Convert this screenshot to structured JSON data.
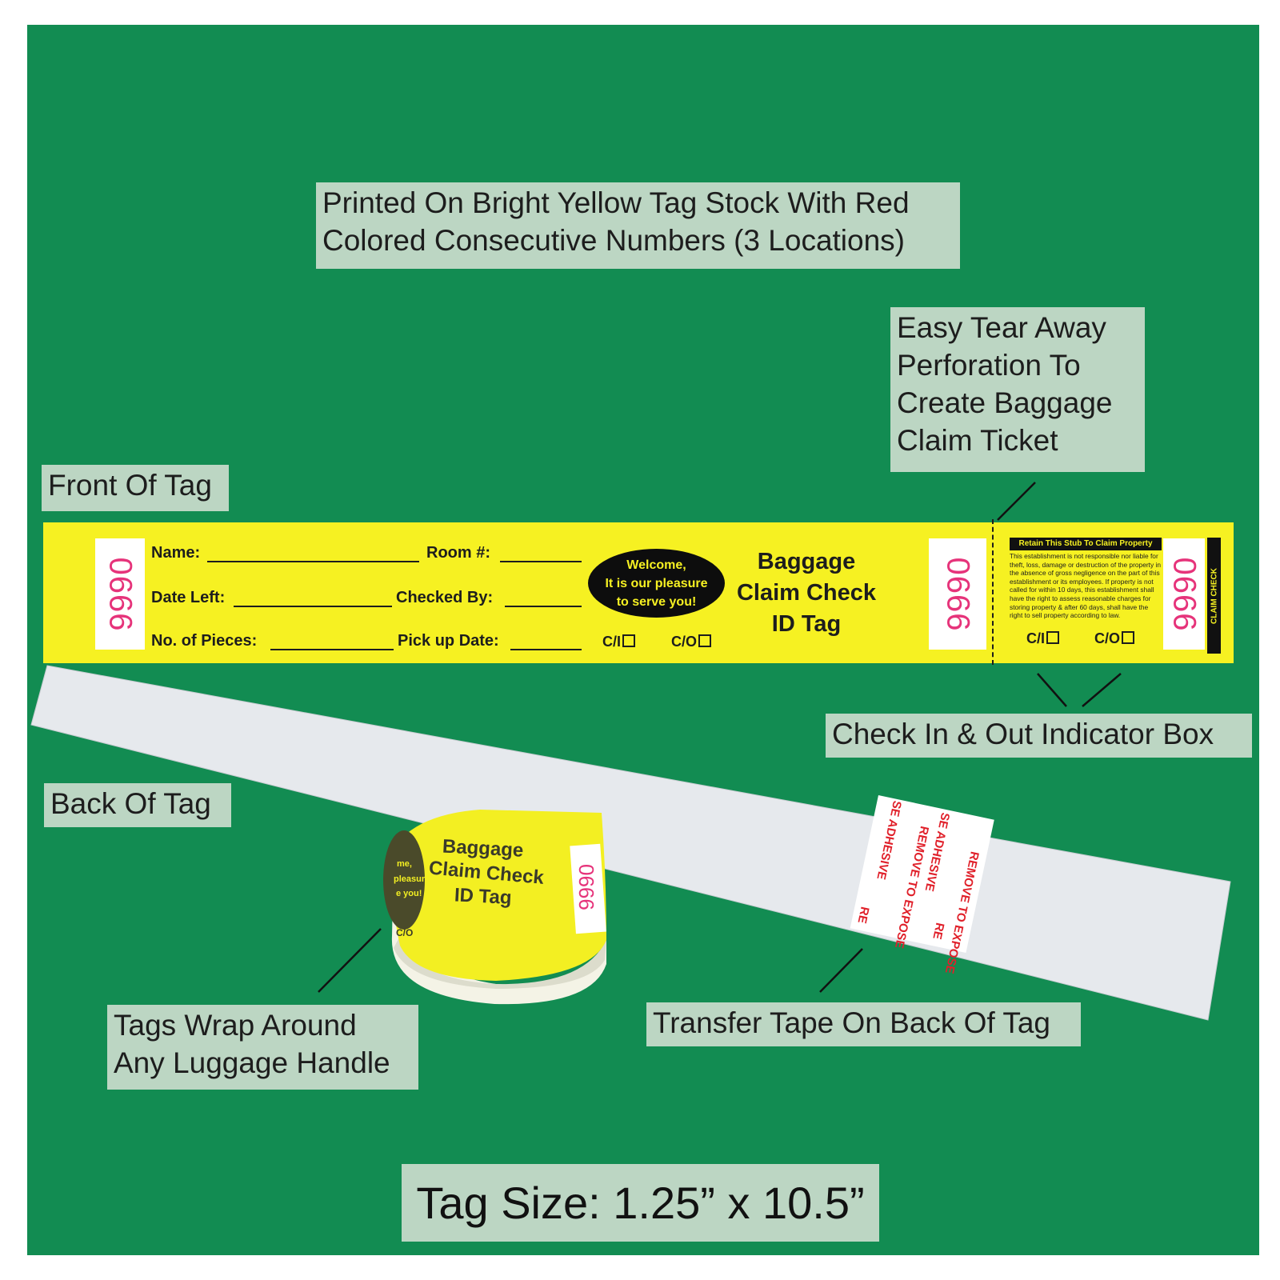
{
  "callouts": {
    "printed_on": [
      "Printed On Bright Yellow Tag Stock With Red",
      "Colored Consecutive Numbers (3 Locations)"
    ],
    "easy_tear": [
      "Easy Tear Away",
      "Perforation To",
      "Create Baggage",
      "Claim Ticket"
    ],
    "front_of_tag": "Front Of Tag",
    "check_in_out": "Check In & Out Indicator Box",
    "back_of_tag": "Back Of Tag",
    "wrap_around": [
      "Tags Wrap Around",
      "Any Luggage Handle"
    ],
    "transfer_tape": "Transfer Tape On Back Of Tag",
    "tag_size": "Tag Size: 1.25” x 10.5”"
  },
  "tag": {
    "number": "0666",
    "fields": {
      "name": "Name:",
      "room": "Room #:",
      "date_left": "Date Left:",
      "checked_by": "Checked By:",
      "pieces": "No. of Pieces:",
      "pickup": "Pick up Date:"
    },
    "welcome": [
      "Welcome,",
      "It is our pleasure",
      "to serve you!"
    ],
    "title": [
      "Baggage",
      "Claim Check",
      "ID Tag"
    ],
    "check_in": "C/I",
    "check_out": "C/O",
    "stub_heading": "Retain This Stub To Claim Property",
    "stub_terms": "This establishment is not responsible nor liable for theft, loss, damage or destruction of the property in the absence of gross negligence on the part of this establishment or its employees. If property is not called for within 10 days, this establishment shall have the right to assess reasonable charges for storing property & after 60 days, shall have the right to sell property according to law.",
    "claim_check": "CLAIM CHECK",
    "tape_remove": "REMOVE TO EXPOSE",
    "tape_adhesive": "SE ADHESIVE",
    "tape_remove_short": "RE",
    "wrapped_partial": [
      "me,",
      "pleasure",
      "e you!"
    ]
  },
  "colors": {
    "background": "#128c52",
    "callout": "#bcd6c3",
    "tag_yellow": "#f6f122",
    "number_red": "#e6337a",
    "back_white": "#e6e9ed"
  }
}
